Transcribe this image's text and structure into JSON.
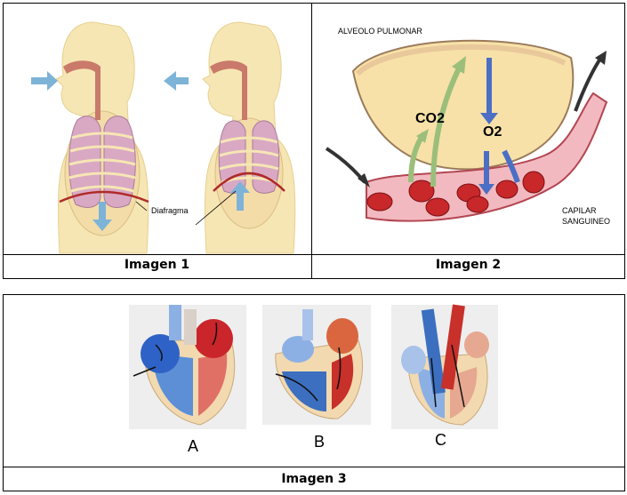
{
  "panel1": {
    "caption": "Imagen 1",
    "label_diaphragm": "Diafragma"
  },
  "panel2": {
    "caption": "Imagen 2",
    "label_alveolus": "ALVEOLO PULMONAR",
    "label_co2": "CO2",
    "label_o2": "O2",
    "label_capillary_line1": "CAPILAR",
    "label_capillary_line2": "SANGUINEO"
  },
  "panel3": {
    "caption": "Imagen 3",
    "label_a": "A",
    "label_b": "B",
    "label_c": "C"
  },
  "colors": {
    "skin": "#f6e6b4",
    "lung": "#d9a9c4",
    "airway": "#c97a6a",
    "arrow_blue": "#7eb3d8",
    "blood_red": "#c8282a",
    "co2_green": "#9bbf7a",
    "o2_blue": "#4b6fc4",
    "heart_blue": "#3c6fc0",
    "heart_red": "#c8302a"
  }
}
